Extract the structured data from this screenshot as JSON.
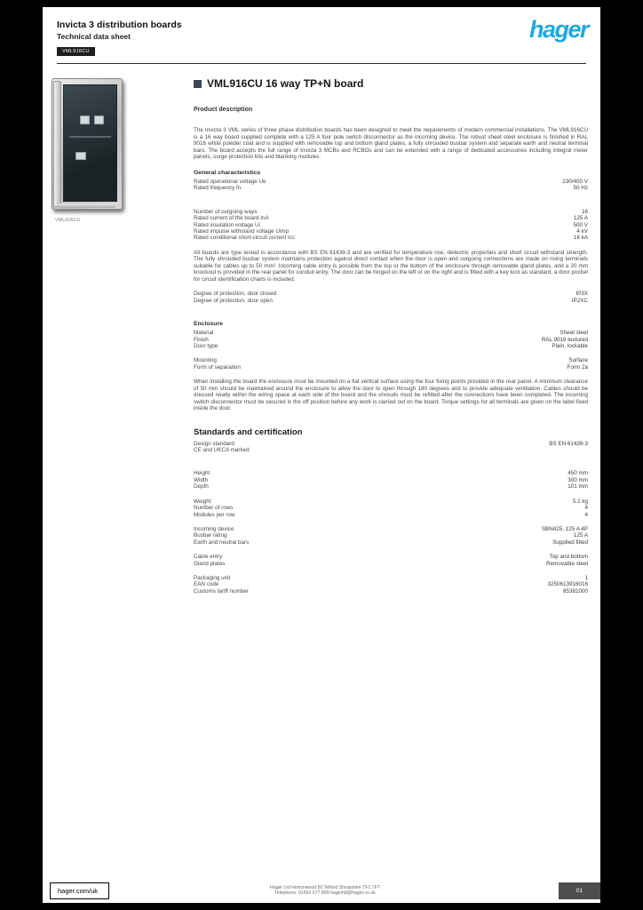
{
  "colors": {
    "brand": "#1fa8e0"
  },
  "header": {
    "title_line1": "Invicta 3 distribution boards",
    "title_line2": "Technical data sheet",
    "badge": "VML916CU",
    "logo": "hager"
  },
  "product": {
    "image_caption": "VML916CU"
  },
  "main": {
    "title": "VML916CU 16 way TP+N board",
    "subtitle": "Product description",
    "intro": "The Invicta 3 VML series of three phase distribution boards has been designed to meet the requirements of modern commercial installations. The VML916CU is a 16 way board supplied complete with a 125 A four pole switch disconnector as the incoming device. The robust sheet steel enclosure is finished in RAL 9016 white powder coat and is supplied with removable top and bottom gland plates, a fully shrouded busbar system and separate earth and neutral terminal bars. The board accepts the full range of Invicta 3 MCBs and RCBOs and can be extended with a range of dedicated accessories including integral meter panels, surge protection kits and blanking modules.",
    "blocks": [
      {
        "heading": "General characteristics",
        "gap_before": false,
        "rows": [
          {
            "label": "Rated operational voltage Ue",
            "value": "230/400 V"
          },
          {
            "label": "Rated frequency fn",
            "value": "50 Hz"
          }
        ]
      },
      {
        "gap_before": true,
        "rows": [
          {
            "label": "Number of outgoing ways",
            "value": "16"
          },
          {
            "label": "Rated current of the board InA",
            "value": "125 A"
          },
          {
            "label": "Rated insulation voltage Ui",
            "value": "500 V"
          },
          {
            "label": "Rated impulse withstand voltage Uimp",
            "value": "4 kV"
          },
          {
            "label": "Rated conditional short-circuit current Icc",
            "value": "16 kA"
          }
        ]
      },
      {
        "text": "All boards are type tested in accordance with BS EN 61439-3 and are verified for temperature rise, dielectric properties and short circuit withstand strength. The fully shrouded busbar system maintains protection against direct contact when the door is open and outgoing connections are made on rising terminals suitable for cables up to 50 mm². Incoming cable entry is possible from the top or the bottom of the enclosure through removable gland plates, and a 20 mm knockout is provided in the rear panel for conduit entry. The door can be hinged on the left or on the right and is fitted with a key lock as standard, a door pocket for circuit identification charts is included."
      },
      {
        "rows": [
          {
            "label": "Degree of protection, door closed",
            "value": "IP3X"
          },
          {
            "label": "Degree of protection, door open",
            "value": "IP2XC"
          }
        ]
      },
      {
        "heading": "Enclosure",
        "gap_before": true,
        "rows": [
          {
            "label": "Material",
            "value": "Sheet steel"
          },
          {
            "label": "Finish",
            "value": "RAL 9016 textured"
          },
          {
            "label": "Door type",
            "value": "Plain, lockable"
          }
        ]
      },
      {
        "rows": [
          {
            "label": "Mounting",
            "value": "Surface"
          },
          {
            "label": "Form of separation",
            "value": "Form 2a"
          }
        ]
      },
      {
        "text": "When installing the board the enclosure must be mounted on a flat vertical surface using the four fixing points provided in the rear panel. A minimum clearance of 50 mm should be maintained around the enclosure to allow the door to open through 180 degrees and to provide adequate ventilation. Cables should be dressed neatly within the wiring space at each side of the board and the shrouds must be refitted after the connections have been completed. The incoming switch disconnector must be secured in the off position before any work is carried out on the board. Torque settings for all terminals are given on the label fixed inside the door."
      },
      {
        "heading": "Standards and certification",
        "large": true,
        "gap_before": true,
        "rows": [
          {
            "label": "Design standard",
            "value": "BS EN 61439-3"
          },
          {
            "label": "CE and UKCA marked",
            "value": ""
          }
        ]
      },
      {
        "gap_before": true,
        "rows": [
          {
            "label": "Height",
            "value": "450 mm"
          },
          {
            "label": "Width",
            "value": "300 mm"
          },
          {
            "label": "Depth",
            "value": "101 mm"
          }
        ]
      },
      {
        "rows": [
          {
            "label": "Weight",
            "value": "5.2 kg"
          },
          {
            "label": "Number of rows",
            "value": "4"
          },
          {
            "label": "Modules per row",
            "value": "4"
          }
        ]
      },
      {
        "rows": [
          {
            "label": "Incoming device",
            "value": "SBN425, 125 A 4P"
          },
          {
            "label": "Busbar rating",
            "value": "125 A"
          },
          {
            "label": "Earth and neutral bars",
            "value": "Supplied fitted"
          }
        ]
      },
      {
        "rows": [
          {
            "label": "Cable entry",
            "value": "Top and bottom"
          },
          {
            "label": "Gland plates",
            "value": "Removable steel"
          }
        ]
      },
      {
        "rows": [
          {
            "label": "Packaging unit",
            "value": "1"
          },
          {
            "label": "EAN code",
            "value": "3250613916016"
          },
          {
            "label": "Customs tariff number",
            "value": "85381000"
          }
        ]
      }
    ]
  },
  "footer": {
    "website": "hager.com/uk",
    "center_line1": "Hager Ltd  Hortonwood 50  Telford  Shropshire  TF1 7FT",
    "center_line2": "Telephone: 01952 677 899   hagerltd@hager.co.uk",
    "page": "01"
  }
}
